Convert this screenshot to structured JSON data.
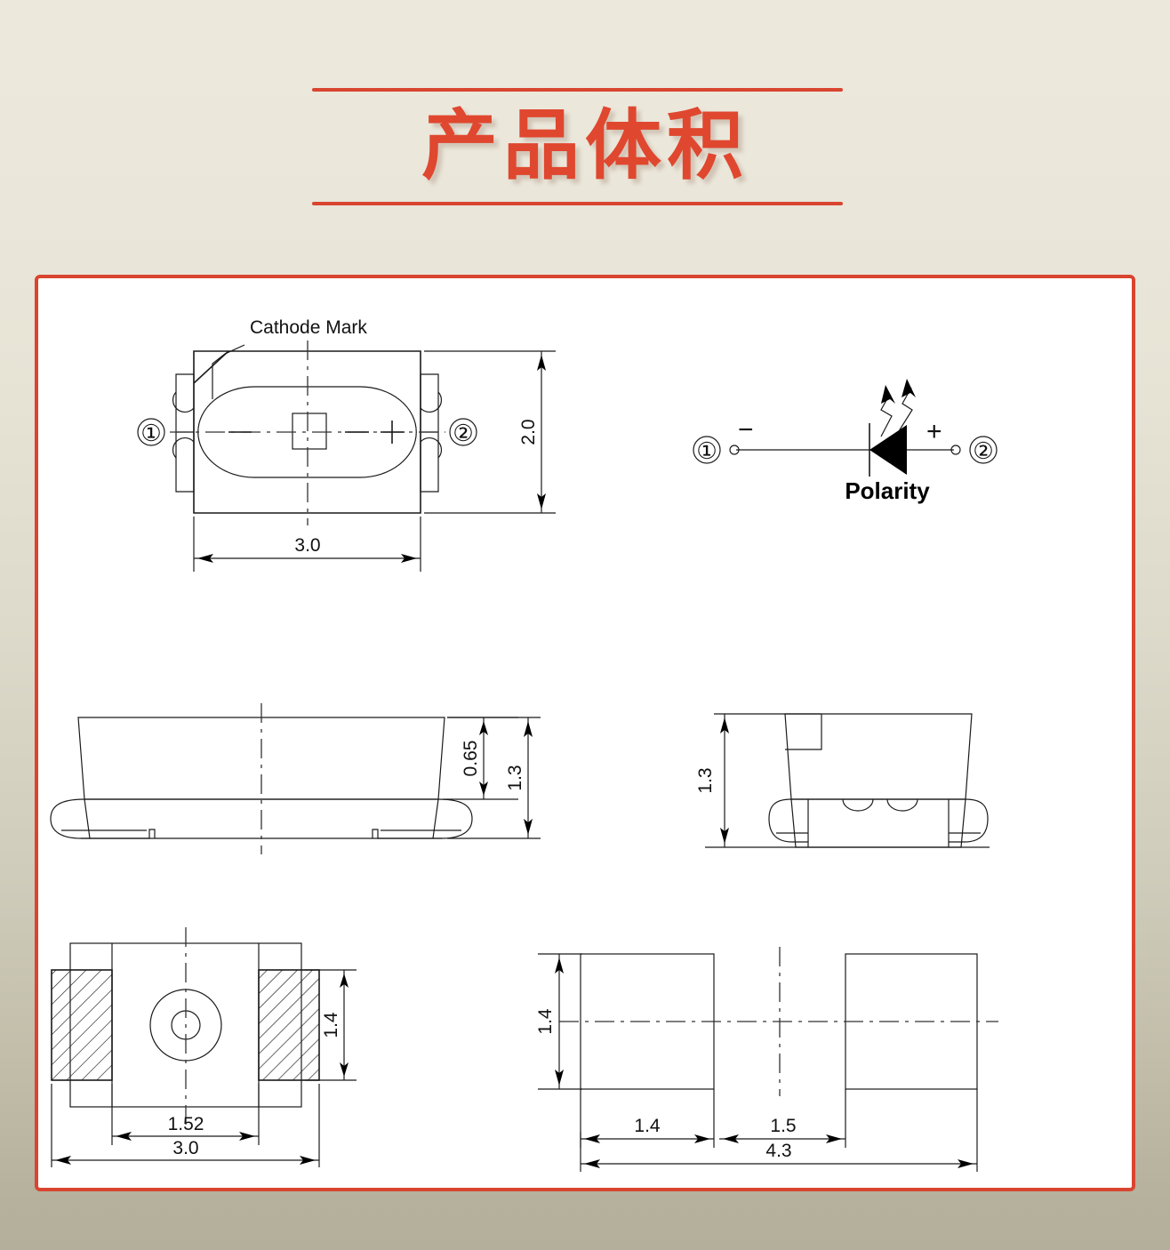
{
  "title": {
    "text": "产品体积",
    "accent_color": "#e0472f",
    "rule_color": "#d9452f"
  },
  "panel": {
    "border_color": "#d9452f",
    "background": "#ffffff"
  },
  "views": {
    "top_view": {
      "name": "top-view",
      "callout": "Cathode Mark",
      "pin1": "①",
      "pin2": "②",
      "minus_sign": "−",
      "plus_sign": "+",
      "width_dim": "3.0",
      "height_dim": "2.0"
    },
    "polarity_view": {
      "name": "polarity-diagram",
      "caption": "Polarity",
      "pin1": "①",
      "pin2": "②",
      "cathode_sign": "−",
      "anode_sign": "+"
    },
    "front_view": {
      "name": "front-side-view",
      "lens_height_dim": "0.65",
      "total_height_dim": "1.3"
    },
    "end_view": {
      "name": "end-side-view",
      "total_height_dim": "1.3"
    },
    "bottom_view": {
      "name": "bottom-view",
      "pad_height_dim": "1.4",
      "pad_pitch_dim": "1.52",
      "total_width_dim": "3.0"
    },
    "pad_layout_view": {
      "name": "recommended-pad-layout",
      "pad_height_dim": "1.4",
      "pad_width_dim": "1.4",
      "pad_gap_dim": "1.5",
      "total_width_dim": "4.3"
    }
  }
}
